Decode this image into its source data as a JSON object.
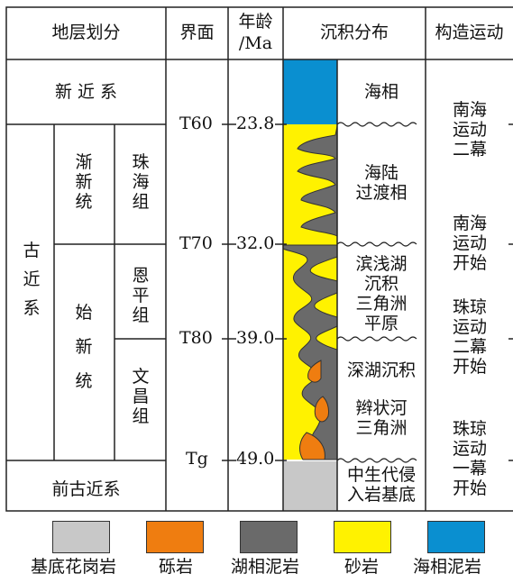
{
  "header": {
    "strata": "地层划分",
    "interface": "界面",
    "age": "年龄",
    "age_unit": "/Ma",
    "deposition": "沉积分布",
    "tectonic": "构造运动"
  },
  "strata": {
    "neogene": "新 近 系",
    "paleogene": "古近系",
    "oligocene": "渐新统",
    "eocene": "始新统",
    "zhuhai": "珠海组",
    "enping": "恩平组",
    "wenchang": "文昌组",
    "pre_paleogene": "前古近系"
  },
  "interfaces": [
    "T60",
    "T70",
    "T80",
    "Tg"
  ],
  "ages": [
    "23.8",
    "32.0",
    "39.0",
    "49.0"
  ],
  "facies": {
    "marine": "海相",
    "transitional_1": "海陆",
    "transitional_2": "过渡相",
    "shallow_lake_1": "滨浅湖",
    "shallow_lake_2": "沉积",
    "shallow_lake_3": "三角洲",
    "shallow_lake_4": "平原",
    "deep_lake": "深湖沉积",
    "braided_1": "辫状河",
    "braided_2": "三角洲",
    "basement_1": "中生代侵",
    "basement_2": "入岩基底"
  },
  "tectonics": {
    "t1": [
      "南海",
      "运动",
      "二幕"
    ],
    "t2": [
      "南海",
      "运动",
      "开始"
    ],
    "t3": [
      "珠琼",
      "运动",
      "二幕",
      "开始"
    ],
    "t4": [
      "珠琼",
      "运动",
      "一幕",
      "开始"
    ]
  },
  "legend": [
    {
      "label": "基底花岗岩",
      "color": "#c8c8c8"
    },
    {
      "label": "砾岩",
      "color": "#ef7d10"
    },
    {
      "label": "湖相泥岩",
      "color": "#6a6a6a"
    },
    {
      "label": "砂岩",
      "color": "#fff200"
    },
    {
      "label": "海相泥岩",
      "color": "#0a8fd0"
    }
  ]
}
